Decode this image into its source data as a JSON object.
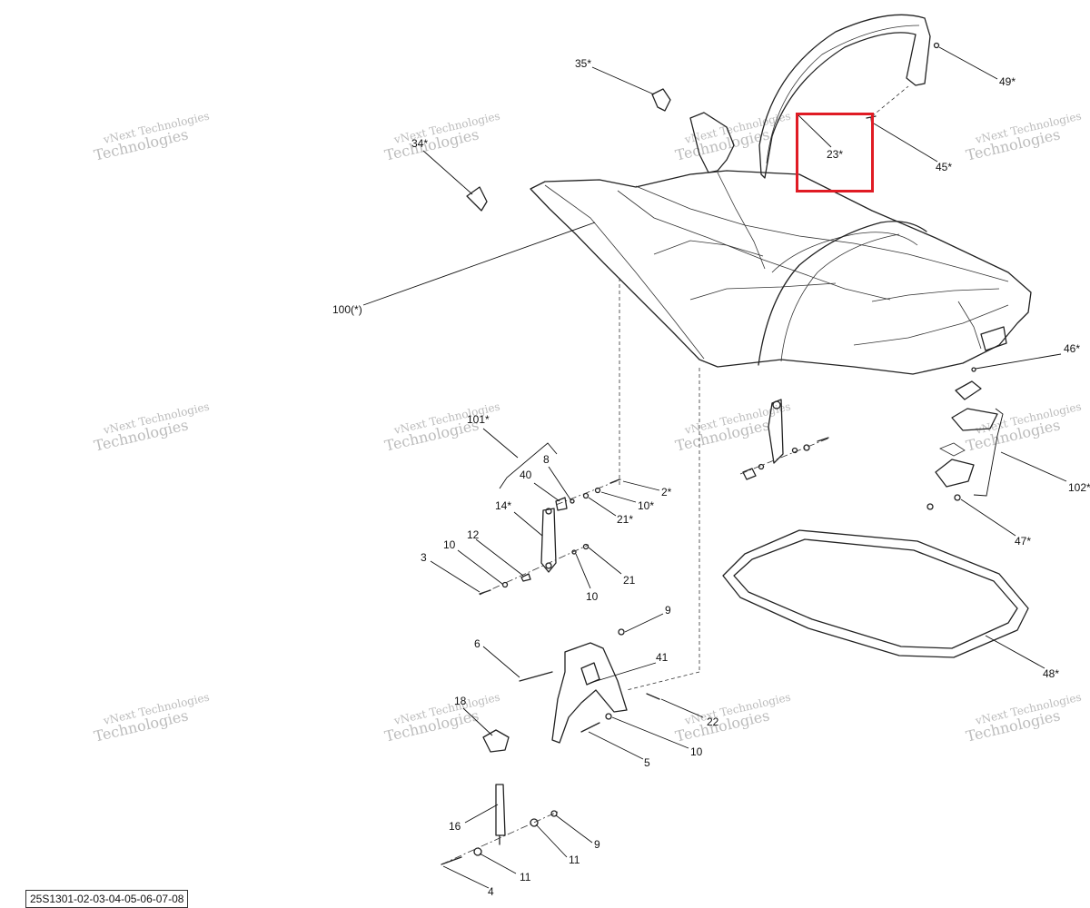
{
  "diagram": {
    "reference_code": "25S1301-02-03-04-05-06-07-08",
    "watermark_line1": "vNext Technologies",
    "watermark_line2": "Technologies",
    "highlight_color": "#e01b24",
    "highlighted_label": "23*",
    "callouts": [
      "35*",
      "34*",
      "100(*)",
      "23*",
      "49*",
      "45*",
      "46*",
      "102*",
      "47*",
      "48*",
      "101*",
      "40",
      "8",
      "2*",
      "10*",
      "21*",
      "14*",
      "12",
      "10",
      "3",
      "10",
      "21",
      "9",
      "6",
      "41",
      "18",
      "22",
      "10",
      "5",
      "16",
      "9",
      "11",
      "11",
      "4"
    ]
  }
}
